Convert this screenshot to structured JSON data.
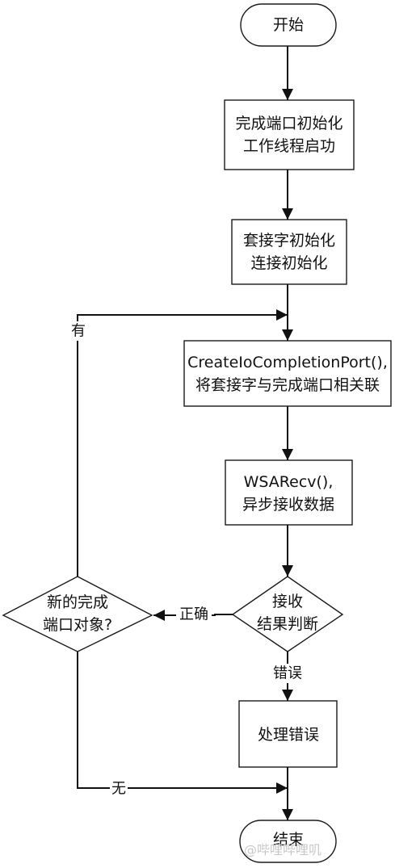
{
  "nodes": {
    "start": "开始",
    "init_port_line1": "完成端口初始化",
    "init_port_line2": "工作线程启功",
    "init_socket_line1": "套接字初始化",
    "init_socket_line2": "连接初始化",
    "create_port_line1": "CreateIoCompletionPort(),",
    "create_port_line2": "将套接字与完成端口相关联",
    "wsarecv_line1": "WSARecv(),",
    "wsarecv_line2": "异步接收数据",
    "recv_check_line1": "接收",
    "recv_check_line2": "结果判断",
    "new_port_line1": "新的完成",
    "new_port_line2": "端口对象?",
    "handle_error": "处理错误",
    "end": "结束"
  },
  "edges": {
    "correct": "正确",
    "error": "错误",
    "yes": "有",
    "no": "无"
  },
  "watermark": "@哔哩哔哩叽"
}
